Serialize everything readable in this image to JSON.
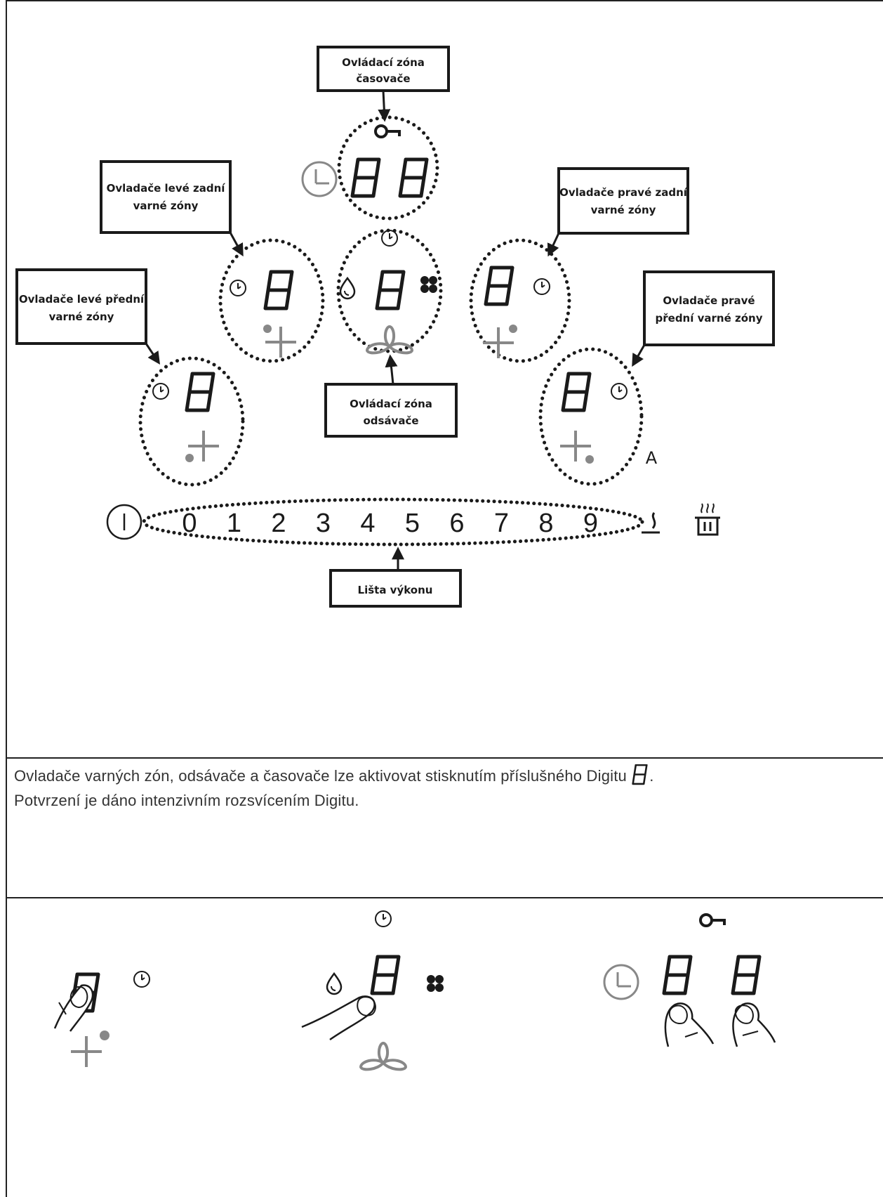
{
  "labels": {
    "timer_zone": [
      "Ovládací zóna",
      "časovače"
    ],
    "left_rear": [
      "Ovladače levé zadní",
      "varné zóny"
    ],
    "left_front": [
      "Ovladače levé přední",
      "varné zóny"
    ],
    "right_rear": [
      "Ovladače pravé zadní",
      "varné zóny"
    ],
    "right_front": [
      "Ovladače pravé",
      "přední varné zóny"
    ],
    "hood_zone": [
      "Ovládací zóna",
      "odsávače"
    ],
    "power_bar": "Lišta výkonu"
  },
  "power_scale": [
    "0",
    "1",
    "2",
    "3",
    "4",
    "5",
    "6",
    "7",
    "8",
    "9"
  ],
  "auto_letter": "A",
  "description": {
    "line1": "Ovladače varných zón, odsávače a časovače lze aktivovat stisknutím příslušného Digitu",
    "line1_end": ".",
    "line2": "Potvrzení je dáno intenzivním rozsvícením Digitu."
  },
  "icons": [
    "key-icon",
    "clock-icon",
    "timer-icon",
    "drop-icon",
    "fan-icon",
    "hood-fan-icon",
    "plus-icon",
    "power-icon",
    "keep-warm-icon",
    "pot-icon",
    "finger-icon"
  ],
  "colors": {
    "ink": "#1a1a1a",
    "grey_icon": "#888888"
  }
}
